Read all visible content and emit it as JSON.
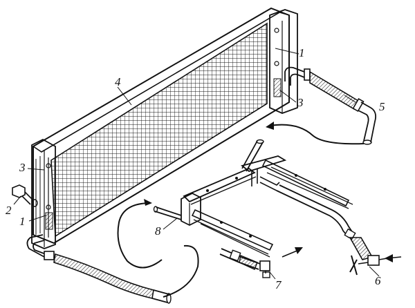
{
  "diagram": {
    "callouts": [
      {
        "id": "c1a",
        "text": "1"
      },
      {
        "id": "c1b",
        "text": "1"
      },
      {
        "id": "c2",
        "text": "2"
      },
      {
        "id": "c3a",
        "text": "3"
      },
      {
        "id": "c3b",
        "text": "3"
      },
      {
        "id": "c4",
        "text": "4"
      },
      {
        "id": "c5",
        "text": "5"
      },
      {
        "id": "c6",
        "text": "6"
      },
      {
        "id": "c7",
        "text": "7"
      },
      {
        "id": "c8",
        "text": "8"
      }
    ],
    "colors": {
      "ink": "#111111",
      "paper": "#ffffff"
    }
  }
}
